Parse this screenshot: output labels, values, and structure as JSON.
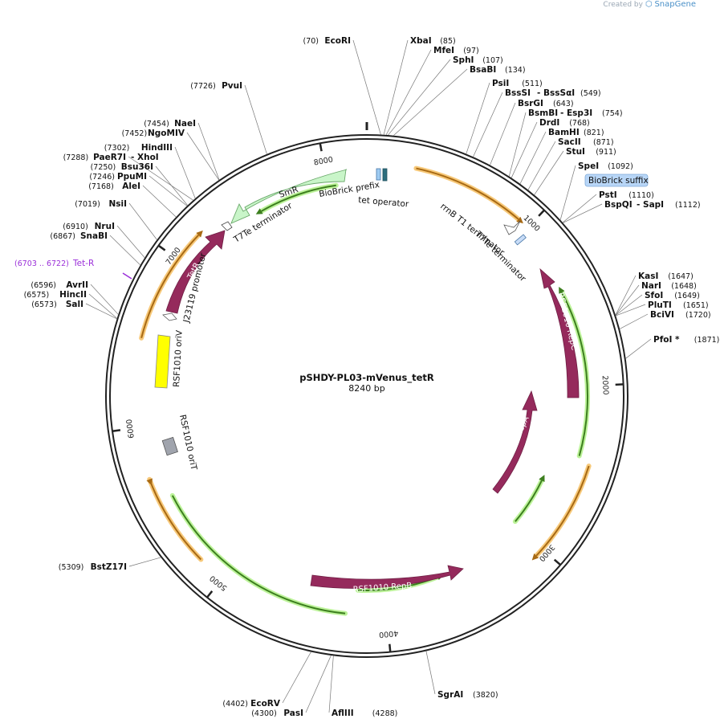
{
  "watermark": {
    "prefix": "Created by",
    "brand": "SnapGene"
  },
  "map": {
    "name": "pSHDY-PL03-mVenus_tetR",
    "size_label": "8240 bp",
    "length": 8240,
    "tick_labels": [
      {
        "bp": 1000,
        "label": "1000"
      },
      {
        "bp": 2000,
        "label": "2000"
      },
      {
        "bp": 3000,
        "label": "3000"
      },
      {
        "bp": 4000,
        "label": "4000"
      },
      {
        "bp": 5000,
        "label": "5000"
      },
      {
        "bp": 6000,
        "label": "6000"
      },
      {
        "bp": 7000,
        "label": "7000"
      },
      {
        "bp": 8000,
        "label": "8000"
      }
    ]
  },
  "sites": [
    {
      "name": "EcoRI",
      "pos": "(70)",
      "bp": 70
    },
    {
      "name": "XbaI",
      "pos": "(85)",
      "bp": 85
    },
    {
      "name": "MfeI",
      "pos": "(97)",
      "bp": 97
    },
    {
      "name": "SphI",
      "pos": "(107)",
      "bp": 107
    },
    {
      "name": "BsaBI",
      "pos": "(134)",
      "bp": 134
    },
    {
      "name": "PsiI",
      "pos": "(511)",
      "bp": 511
    },
    {
      "name": "BssSI",
      "extra": "- BssSαI",
      "pos": "(549)",
      "bp": 549
    },
    {
      "name": "BsrGI",
      "pos": "(643)",
      "bp": 643
    },
    {
      "name": "BsmBI",
      "extra": "- Esp3I",
      "pos": "(754)",
      "bp": 754
    },
    {
      "name": "DrdI",
      "pos": "(768)",
      "bp": 768
    },
    {
      "name": "BamHI",
      "pos": "(821)",
      "bp": 821
    },
    {
      "name": "SacII",
      "pos": "(871)",
      "bp": 871
    },
    {
      "name": "StuI",
      "pos": "(911)",
      "bp": 911
    },
    {
      "name": "SpeI",
      "pos": "(1092)",
      "bp": 1092
    },
    {
      "name": "PstI",
      "pos": "(1110)",
      "bp": 1110
    },
    {
      "name": "BspQI",
      "extra": "- SapI",
      "pos": "(1112)",
      "bp": 1112
    },
    {
      "name": "KasI",
      "pos": "(1647)",
      "bp": 1647
    },
    {
      "name": "NarI",
      "pos": "(1648)",
      "bp": 1648
    },
    {
      "name": "SfoI",
      "pos": "(1649)",
      "bp": 1649
    },
    {
      "name": "PluTI",
      "pos": "(1651)",
      "bp": 1651
    },
    {
      "name": "BciVI",
      "pos": "(1720)",
      "bp": 1720
    },
    {
      "name": "PfoI *",
      "pos": "(1871)",
      "bp": 1871
    },
    {
      "name": "SgrAI",
      "pos": "(3820)",
      "bp": 3820
    },
    {
      "name": "AflIII",
      "pos": "(4288)",
      "bp": 4288
    },
    {
      "name": "PasI",
      "pos": "(4300)",
      "bp": 4300
    },
    {
      "name": "EcoRV",
      "pos": "(4402)",
      "bp": 4402
    },
    {
      "name": "BstZ17I",
      "pos": "(5309)",
      "bp": 5309
    },
    {
      "name": "SalI",
      "pos": "(6573)",
      "bp": 6573
    },
    {
      "name": "HincII",
      "pos": "(6575)",
      "bp": 6575
    },
    {
      "name": "AvrII",
      "pos": "(6596)",
      "bp": 6596
    },
    {
      "name": "SnaBI",
      "pos": "(6867)",
      "bp": 6867
    },
    {
      "name": "NruI",
      "pos": "(6910)",
      "bp": 6910
    },
    {
      "name": "NsiI",
      "pos": "(7019)",
      "bp": 7019
    },
    {
      "name": "AleI",
      "pos": "(7168)",
      "bp": 7168
    },
    {
      "name": "PpuMI",
      "pos": "(7246)",
      "bp": 7246
    },
    {
      "name": "Bsu36I",
      "pos": "(7250)",
      "bp": 7250
    },
    {
      "name": "PaeR7I",
      "extra": "- XhoI",
      "pos": "(7288)",
      "bp": 7288
    },
    {
      "name": "HindIII",
      "pos": "(7302)",
      "bp": 7302
    },
    {
      "name": "NgoMIV",
      "pos": "(7452)",
      "bp": 7452
    },
    {
      "name": "NaeI",
      "pos": "(7454)",
      "bp": 7454
    },
    {
      "name": "PvuI",
      "pos": "(7726)",
      "bp": 7726
    }
  ],
  "features": {
    "biobrick_suffix": "BioBrick suffix",
    "biobrick_prefix": "BioBrick prefix",
    "tet_operator": "tet operator",
    "rrnb_t1": "rrnB T1 terminator",
    "t7te_right": "T7Te terminator",
    "t7te_left": "T7Te terminator",
    "smr": "SmR",
    "tetr": "TetR",
    "tetr_primer": "Tet-R",
    "tetr_primer_pos": "(6703 .. 6722)",
    "j23119": "J23119 promoter",
    "orv": "RSF1010 oriV",
    "ort": "RSF1010 oriT",
    "repc": "RSF1010 RepC",
    "repa": "RSF1010 RepA",
    "repb": "RSF1010 RepB"
  },
  "colors": {
    "cds": "#952a5c",
    "orf": "#f5a623",
    "misc": "#7ed321",
    "smr_fill": "#c9f5c9",
    "orv_fill": "#ffff00",
    "ort_fill": "#a0a4ad",
    "primer": "#9b30d9",
    "suffix_fill": "#b8d6f7"
  }
}
